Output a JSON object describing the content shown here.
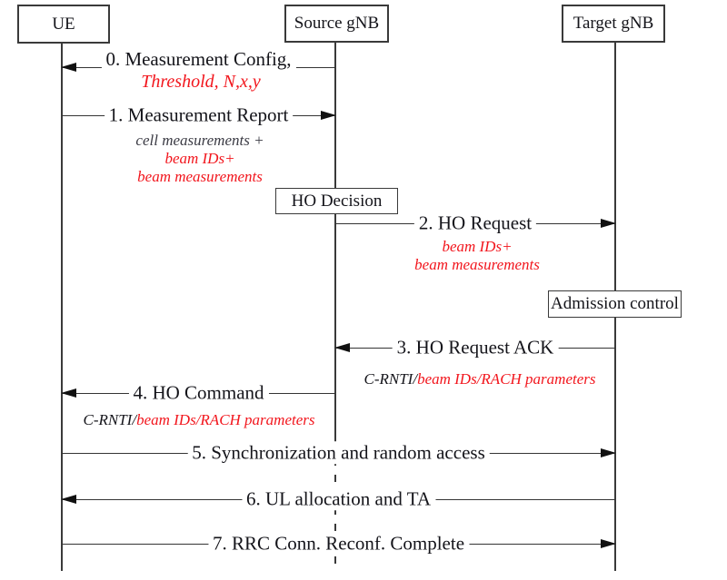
{
  "diagram": {
    "type": "sequence-diagram",
    "actors": [
      {
        "label": "UE"
      },
      {
        "label": "Source gNB"
      },
      {
        "label": "Target gNB"
      }
    ],
    "process_boxes": [
      {
        "label": "HO Decision",
        "on": "Source gNB"
      },
      {
        "label": "Admission control",
        "on": "Target gNB"
      }
    ],
    "messages": [
      {
        "label": "0. Measurement Config,",
        "from": "Source gNB",
        "to": "UE",
        "params": [
          {
            "text": "Threshold, N,x,y",
            "color": "red"
          }
        ]
      },
      {
        "label": "1. Measurement Report",
        "from": "UE",
        "to": "Source gNB",
        "params": [
          {
            "text": "cell measurements +",
            "color": "black"
          },
          {
            "text": "beam IDs+",
            "color": "red"
          },
          {
            "text": "beam measurements",
            "color": "red"
          }
        ]
      },
      {
        "label": "2. HO Request",
        "from": "Source gNB",
        "to": "Target gNB",
        "params": [
          {
            "text": "beam IDs+",
            "color": "red"
          },
          {
            "text": "beam measurements",
            "color": "red"
          }
        ]
      },
      {
        "label": "3. HO Request ACK",
        "from": "Target gNB",
        "to": "Source gNB",
        "params": [
          {
            "prefix": "C-RNTI/",
            "prefix_color": "black",
            "text": "beam IDs/RACH parameters",
            "color": "red"
          }
        ]
      },
      {
        "label": "4. HO Command",
        "from": "Source gNB",
        "to": "UE",
        "params": [
          {
            "prefix": "C-RNTI/",
            "prefix_color": "black",
            "text": "beam IDs/RACH parameters",
            "color": "red"
          }
        ]
      },
      {
        "label": "5. Synchronization and random access",
        "from": "UE",
        "to": "Target gNB",
        "params": []
      },
      {
        "label": "6. UL allocation and TA",
        "from": "Target gNB",
        "to": "UE",
        "params": []
      },
      {
        "label": "7. RRC Conn. Reconf. Complete",
        "from": "UE",
        "to": "Target gNB",
        "params": []
      }
    ],
    "colors": {
      "red_text": "#f2161d",
      "black_text": "#14141a",
      "gray_italic_text": "#3b3b44",
      "line": "#3a3a3a",
      "background": "#ffffff"
    }
  }
}
